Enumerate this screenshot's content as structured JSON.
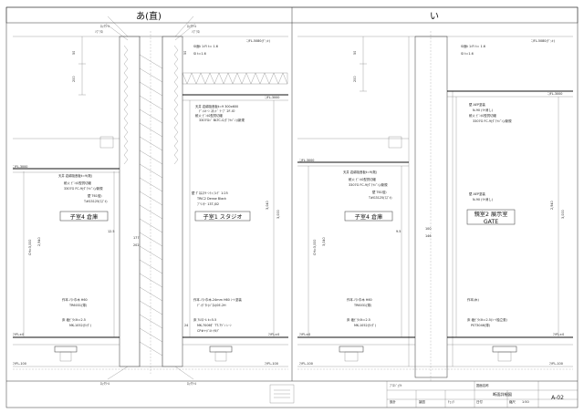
{
  "panels": {
    "left": {
      "title": "あ(直)",
      "room_a": "子室4 倉庫",
      "room_b": "子室1 スタジオ",
      "level_top": "ﾆ/FL-5080(ﾃﾞｯｷ)",
      "level_ceiling": "ﾆ/FL-3000",
      "level_ceiling_left": "ﾆ/FL-3000",
      "level_floor": "ﾏﾂFL±0",
      "level_floor_r": "ﾏﾂFL±0",
      "level_base": "ﾏﾂFL-100",
      "level_base_r": "ﾏﾂFL-100",
      "ceil_notes_left": [
        "天井 岩綿吸音板t=9(既)",
        "耐火 ﾋﾟﾝﾎﾛ型貫切継",
        "3307G FC-9(ﾀﾞｸﾄﾊﾟﾝ)/新規",
        "壁 T61倍)",
        "T#G3125(ﾏｽﾞｷ)"
      ],
      "ceil_notes_right": [
        "天井 岩綿吸音板t=9 300x600",
        "ﾃﾞｨﾙﾄｰﾝ ｽﾀｯﾄﾞ ﾃｰﾌﾟ 2F-IO",
        "耐火 ﾋﾟﾝﾎﾛ型貫切継",
        "3307Gﾊﾞ BLTC-C(ﾀﾞｸﾄﾊﾟﾝ)/新規"
      ],
      "wall_note_right": [
        "壁 ｸﾞﾛｽｽｸﾘｰﾝﾃｨ:ﾌﾚﾃﾞ 1:25",
        "TRIC2 Dense Black",
        "ﾌﾟﾘﾝﾀｰ 13T-J02"
      ],
      "board_note": [
        "SI面t 1:Fl t= 1.6",
        "SI t=1.6"
      ],
      "bottom_left": [
        "作本.ｿﾌﾄ巾木 H60",
        "TR6031(薄)"
      ],
      "bottom_left2": [
        "床 塩ﾋﾞﾀｲﾙt=2.5",
        "MK-1052(ﾀﾝﾀﾞ)"
      ],
      "bottom_right": [
        "作本.ｿﾌﾄ巾木-24mm H60 ｼｰﾄ塗装",
        "ﾃﾞｨﾀﾞｸﾄ(ﾊﾟﾈﾙ)0E-2H"
      ],
      "bottom_right2": [
        "床 ｱﾙﾐﾛｰﾙ t=5.5",
        "MK-7006ﾀﾞ TT-7ｹﾞﾝ ﾚｰﾝ",
        "CP#+ﾎﾞﾙﾄ:ｻﾙﾃﾞ"
      ],
      "top_labels": [
        "ﾛｯｸｳｰﾙ",
        "ｿﾌﾞｸﾛ",
        "ﾛｯｸｳｰﾙ",
        "ｿﾌﾞｸﾛ"
      ],
      "dims_v": [
        "CH=3,000",
        "2,940",
        "3,040",
        "3,000"
      ],
      "dims_mid": [
        "177",
        "202",
        "12.5"
      ],
      "dim_top": "200",
      "dim_top2": "50",
      "dim_side": "50",
      "dim_bot": "24"
    },
    "right": {
      "title": "い",
      "room_a": "子室4 倉庫",
      "room_b_line1": "親室2 展示室",
      "room_b_line2": "GATE",
      "level_top": "ﾆ/FL-5080(ﾃﾞｯｷ)",
      "level_ceiling": "ﾆ/FL-3000",
      "level_floor": "ﾏﾂFL±0",
      "level_base": "ﾏﾂFL-100",
      "ceil_notes_left": [
        "天井 岩綿吸音板t=9(既)",
        "耐火 ﾋﾟﾝﾎﾛ型貫切継",
        "3307G FC-9(ﾀﾞｸﾄﾊﾟﾝ)/新規",
        "壁 T61倍)",
        "T#G3125(ﾏｽﾞｷ)"
      ],
      "ceil_notes_right": [
        "壁 AEP塗装",
        "N-90 (ﾂﾔ消し)",
        "耐火 ﾋﾟﾝﾎﾛ型貫切継",
        "3307G FC-9(ﾀﾞｸﾄﾊﾟﾝ)/新規"
      ],
      "wall_note": [
        "壁 AEP塗装",
        "N-90 (ﾂﾔ消し)"
      ],
      "board_note": [
        "SI面t 1:Fl t= 1.6",
        "SI t=1.6"
      ],
      "bottom_left": [
        "作本.ｿﾌﾄ巾木 H60",
        "TR6031(薄)"
      ],
      "bottom_left2": [
        "床 塩ﾋﾞﾀｲﾙt=2.5",
        "MK-1052(ﾀﾝﾀﾞ)"
      ],
      "bottom_right": [
        "作本(木)"
      ],
      "bottom_right2": [
        "床 塩ﾋﾞﾀｲﾙt=2.5(ｼｰﾄ独立張)",
        "PST3046(薄)"
      ],
      "dims_v": [
        "CH=3,000",
        "3,040",
        "2,940",
        "3,000"
      ],
      "dims_mid": [
        "100",
        "146",
        "9.5"
      ],
      "dim_top": "200",
      "dim_top2": "50"
    }
  },
  "title_block": {
    "sheet_no": "A-02",
    "drawing_title": "断面詳細図",
    "scale": "1:50",
    "fields": [
      "ﾌﾟﾛｼﾞｪｸﾄ",
      "図面名称",
      "縮尺",
      "日付",
      "設計",
      "製図",
      "ﾁｪｯｸ"
    ]
  }
}
